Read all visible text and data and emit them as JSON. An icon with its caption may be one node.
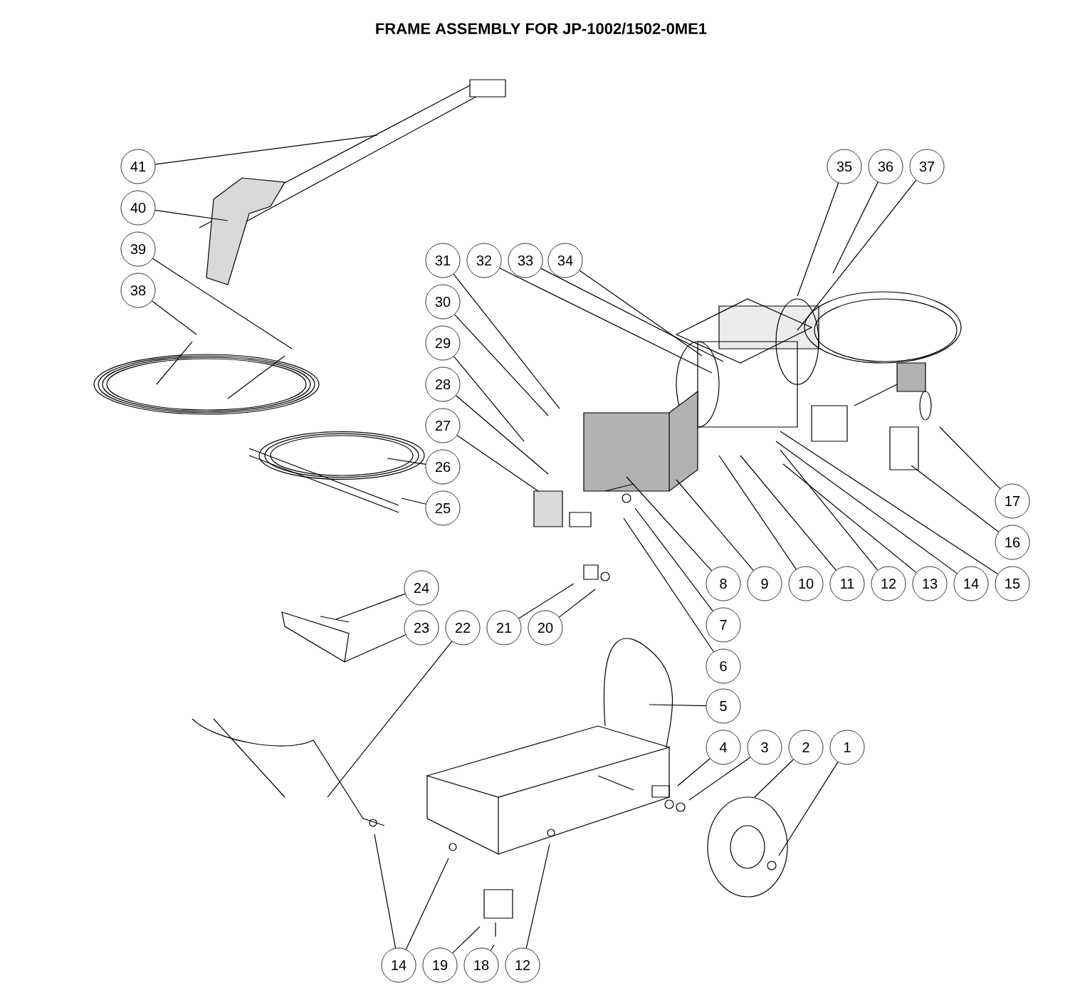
{
  "diagram": {
    "title": "FRAME ASSEMBLY FOR JP-1002/1502-0ME1",
    "nodes": [
      {
        "text": [
          "41"
        ]
      },
      {
        "text": [
          "40"
        ]
      },
      {
        "text": [
          "39"
        ]
      },
      {
        "text": [
          "38"
        ]
      },
      {
        "text": [
          "35"
        ]
      },
      {
        "text": [
          "36"
        ]
      },
      {
        "text": [
          "37"
        ]
      },
      {
        "text": [
          "31"
        ]
      },
      {
        "text": [
          "32"
        ]
      },
      {
        "text": [
          "33"
        ]
      },
      {
        "text": [
          "34"
        ]
      },
      {
        "text": [
          "30"
        ]
      },
      {
        "text": [
          "29"
        ]
      },
      {
        "text": [
          "28"
        ]
      },
      {
        "text": [
          "27"
        ]
      },
      {
        "text": [
          "26"
        ]
      },
      {
        "text": [
          "25"
        ]
      },
      {
        "text": [
          "17"
        ]
      },
      {
        "text": [
          "16"
        ]
      },
      {
        "text": [
          "8"
        ]
      },
      {
        "text": [
          "9"
        ]
      },
      {
        "text": [
          "10"
        ]
      },
      {
        "text": [
          "11"
        ]
      },
      {
        "text": [
          "12"
        ]
      },
      {
        "text": [
          "13"
        ]
      },
      {
        "text": [
          "14"
        ]
      },
      {
        "text": [
          "15"
        ]
      },
      {
        "text": [
          "7"
        ]
      },
      {
        "text": [
          "6"
        ]
      },
      {
        "text": [
          "24"
        ]
      },
      {
        "text": [
          "23"
        ]
      },
      {
        "text": [
          "22"
        ]
      },
      {
        "text": [
          "21"
        ]
      },
      {
        "text": [
          "20"
        ]
      },
      {
        "text": [
          "5"
        ]
      },
      {
        "text": [
          "4"
        ]
      },
      {
        "text": [
          "3"
        ]
      },
      {
        "text": [
          "2"
        ]
      },
      {
        "text": [
          "1"
        ]
      },
      {
        "text": [
          "14"
        ]
      },
      {
        "text": [
          "19"
        ]
      },
      {
        "text": [
          "18"
        ]
      },
      {
        "text": [
          "12"
        ]
      }
    ],
    "edges": [
      {
        "from": 0,
        "to": null,
        "arrow": "none"
      },
      {
        "from": 1,
        "to": null,
        "arrow": "none"
      },
      {
        "from": 2,
        "to": null,
        "arrow": "none"
      },
      {
        "from": 3,
        "to": null,
        "arrow": "none"
      },
      {
        "from": 4,
        "to": null,
        "arrow": "none"
      },
      {
        "from": 5,
        "to": null,
        "arrow": "none"
      },
      {
        "from": 6,
        "to": null,
        "arrow": "none"
      },
      {
        "from": 7,
        "to": null,
        "arrow": "none"
      },
      {
        "from": 8,
        "to": null,
        "arrow": "none"
      },
      {
        "from": 9,
        "to": null,
        "arrow": "none"
      },
      {
        "from": 10,
        "to": null,
        "arrow": "none"
      },
      {
        "from": 11,
        "to": null,
        "arrow": "none"
      },
      {
        "from": 12,
        "to": null,
        "arrow": "none"
      },
      {
        "from": 13,
        "to": null,
        "arrow": "none"
      },
      {
        "from": 14,
        "to": null,
        "arrow": "none"
      },
      {
        "from": 15,
        "to": null,
        "arrow": "none"
      },
      {
        "from": 16,
        "to": null,
        "arrow": "none"
      },
      {
        "from": 17,
        "to": null,
        "arrow": "none"
      },
      {
        "from": 18,
        "to": null,
        "arrow": "none"
      },
      {
        "from": 19,
        "to": null,
        "arrow": "none"
      },
      {
        "from": 20,
        "to": null,
        "arrow": "none"
      },
      {
        "from": 21,
        "to": null,
        "arrow": "none"
      },
      {
        "from": 22,
        "to": null,
        "arrow": "none"
      },
      {
        "from": 23,
        "to": null,
        "arrow": "none"
      },
      {
        "from": 24,
        "to": null,
        "arrow": "none"
      },
      {
        "from": 25,
        "to": null,
        "arrow": "none"
      },
      {
        "from": 26,
        "to": null,
        "arrow": "none"
      },
      {
        "from": 27,
        "to": null,
        "arrow": "none"
      },
      {
        "from": 28,
        "to": null,
        "arrow": "none"
      },
      {
        "from": 29,
        "to": null,
        "arrow": "none"
      },
      {
        "from": 30,
        "to": null,
        "arrow": "none"
      },
      {
        "from": 31,
        "to": null,
        "arrow": "none"
      },
      {
        "from": 32,
        "to": null,
        "arrow": "none"
      },
      {
        "from": 33,
        "to": null,
        "arrow": "none"
      },
      {
        "from": 34,
        "to": null,
        "arrow": "none"
      },
      {
        "from": 35,
        "to": null,
        "arrow": "none"
      },
      {
        "from": 36,
        "to": null,
        "arrow": "none"
      },
      {
        "from": 37,
        "to": null,
        "arrow": "none"
      },
      {
        "from": 38,
        "to": null,
        "arrow": "none"
      },
      {
        "from": 39,
        "to": null,
        "arrow": "none"
      },
      {
        "from": 40,
        "to": null,
        "arrow": "none"
      },
      {
        "from": 41,
        "to": null,
        "arrow": "none"
      },
      {
        "from": 42,
        "to": null,
        "arrow": "none"
      },
      {
        "from": 39,
        "to": null,
        "arrow": "none"
      }
    ]
  }
}
